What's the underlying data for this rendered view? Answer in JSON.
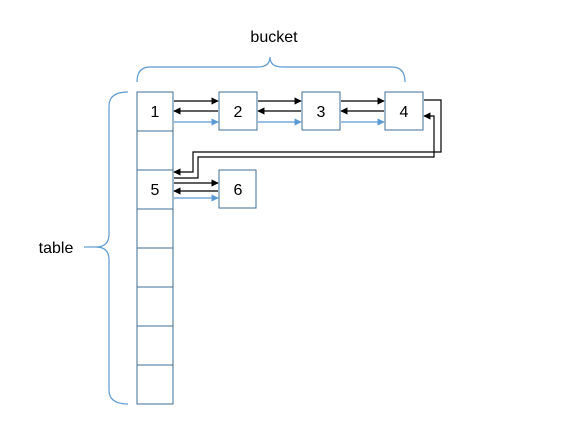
{
  "labels": {
    "bucket": "bucket",
    "table": "table"
  },
  "table_cells": [
    "1",
    "",
    "5",
    "",
    "",
    "",
    "",
    ""
  ],
  "chain_nodes": [
    "2",
    "3",
    "4"
  ],
  "side_node": "6",
  "colors": {
    "node_border": "#3f6f96",
    "brace": "#5b9bd5",
    "prev_pointer": "#000000",
    "next_pointer_black": "#000000",
    "next_pointer_blue": "#5b9bd5"
  }
}
